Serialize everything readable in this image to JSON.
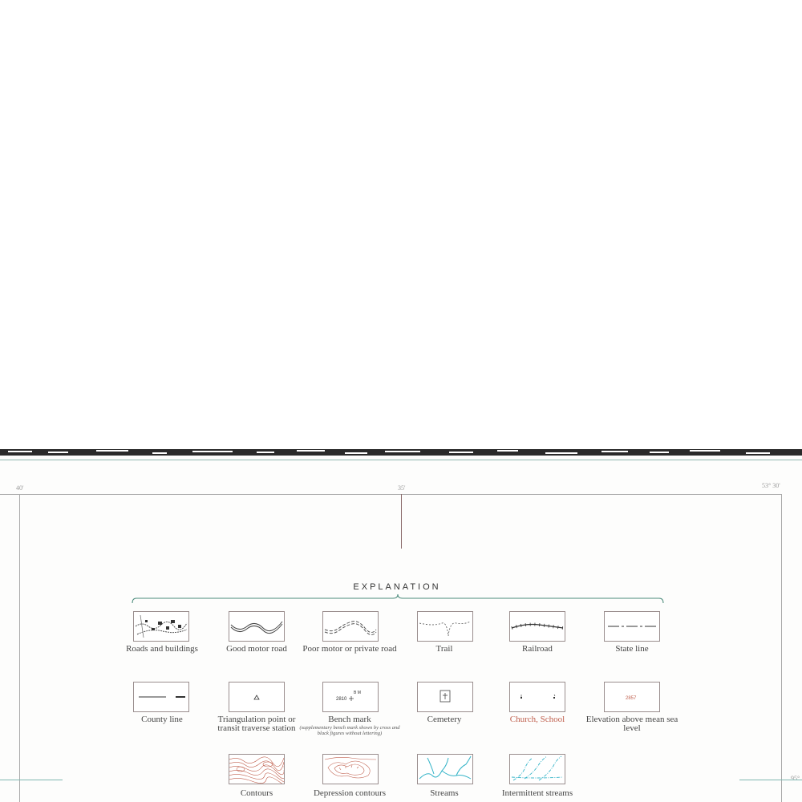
{
  "coords": {
    "left": "40'",
    "middle": "35'",
    "right": "53° 30'",
    "right_bottom": "95°"
  },
  "explanation": {
    "title": "EXPLANATION",
    "items": [
      {
        "label": "Roads and buildings",
        "icon": "roads-buildings-symbol"
      },
      {
        "label": "Good motor road",
        "icon": "good-motor-road-symbol"
      },
      {
        "label": "Poor motor or private road",
        "icon": "poor-motor-road-symbol"
      },
      {
        "label": "Trail",
        "icon": "trail-symbol"
      },
      {
        "label": "Railroad",
        "icon": "railroad-symbol"
      },
      {
        "label": "State line",
        "icon": "state-line-symbol"
      },
      {
        "label": "County line",
        "icon": "county-line-symbol"
      },
      {
        "label": "Triangulation point or transit traverse station",
        "icon": "triangulation-symbol"
      },
      {
        "label": "Bench mark",
        "icon": "bench-mark-symbol",
        "note": "(supplementary bench mark shown by cross and black figures without lettering)",
        "sample": "2810",
        "bm": "B M"
      },
      {
        "label": "Cemetery",
        "icon": "cemetery-symbol"
      },
      {
        "label": "Church, School",
        "icon": "church-school-symbol"
      },
      {
        "label": "Elevation above mean sea level",
        "icon": "elevation-symbol",
        "sample": "2857"
      },
      {
        "label": "Contours",
        "icon": "contours-symbol"
      },
      {
        "label": "Depression contours",
        "icon": "depression-contours-symbol"
      },
      {
        "label": "Streams",
        "icon": "streams-symbol"
      },
      {
        "label": "Intermittent streams",
        "icon": "intermittent-streams-symbol"
      }
    ]
  },
  "colors": {
    "culture": "#333333",
    "contours": "#c0604e",
    "water": "#35b4c8",
    "border": "#7fb7b0"
  }
}
